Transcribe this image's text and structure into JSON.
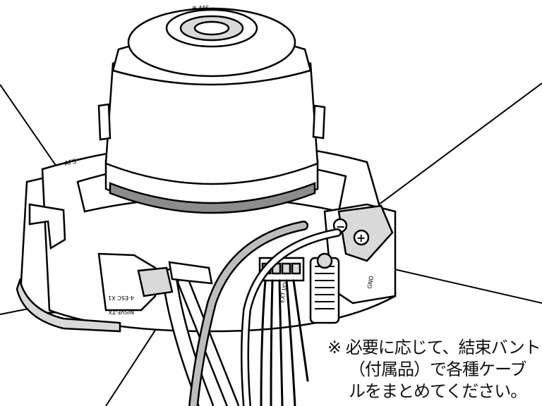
{
  "note": {
    "mark": "※",
    "line1": "必要に応じて、結束バント",
    "line2": "（付属品）で各種ケーブ",
    "line3": "ルをまとめてください。"
  },
  "labels": {
    "minus": "−",
    "plus": "+",
    "top_mark": "⊕ AFS",
    "left_base": "AFS",
    "front_a": "4-ESC X1",
    "front_b": "NISVE-TX",
    "terminal": "EXT I/O",
    "right_side": "GND"
  },
  "colors": {
    "line": "#000000",
    "fill": "#ffffff",
    "shade": "#d9d9d9",
    "dark": "#8c8c8c",
    "cable": "#bdbdbd"
  }
}
